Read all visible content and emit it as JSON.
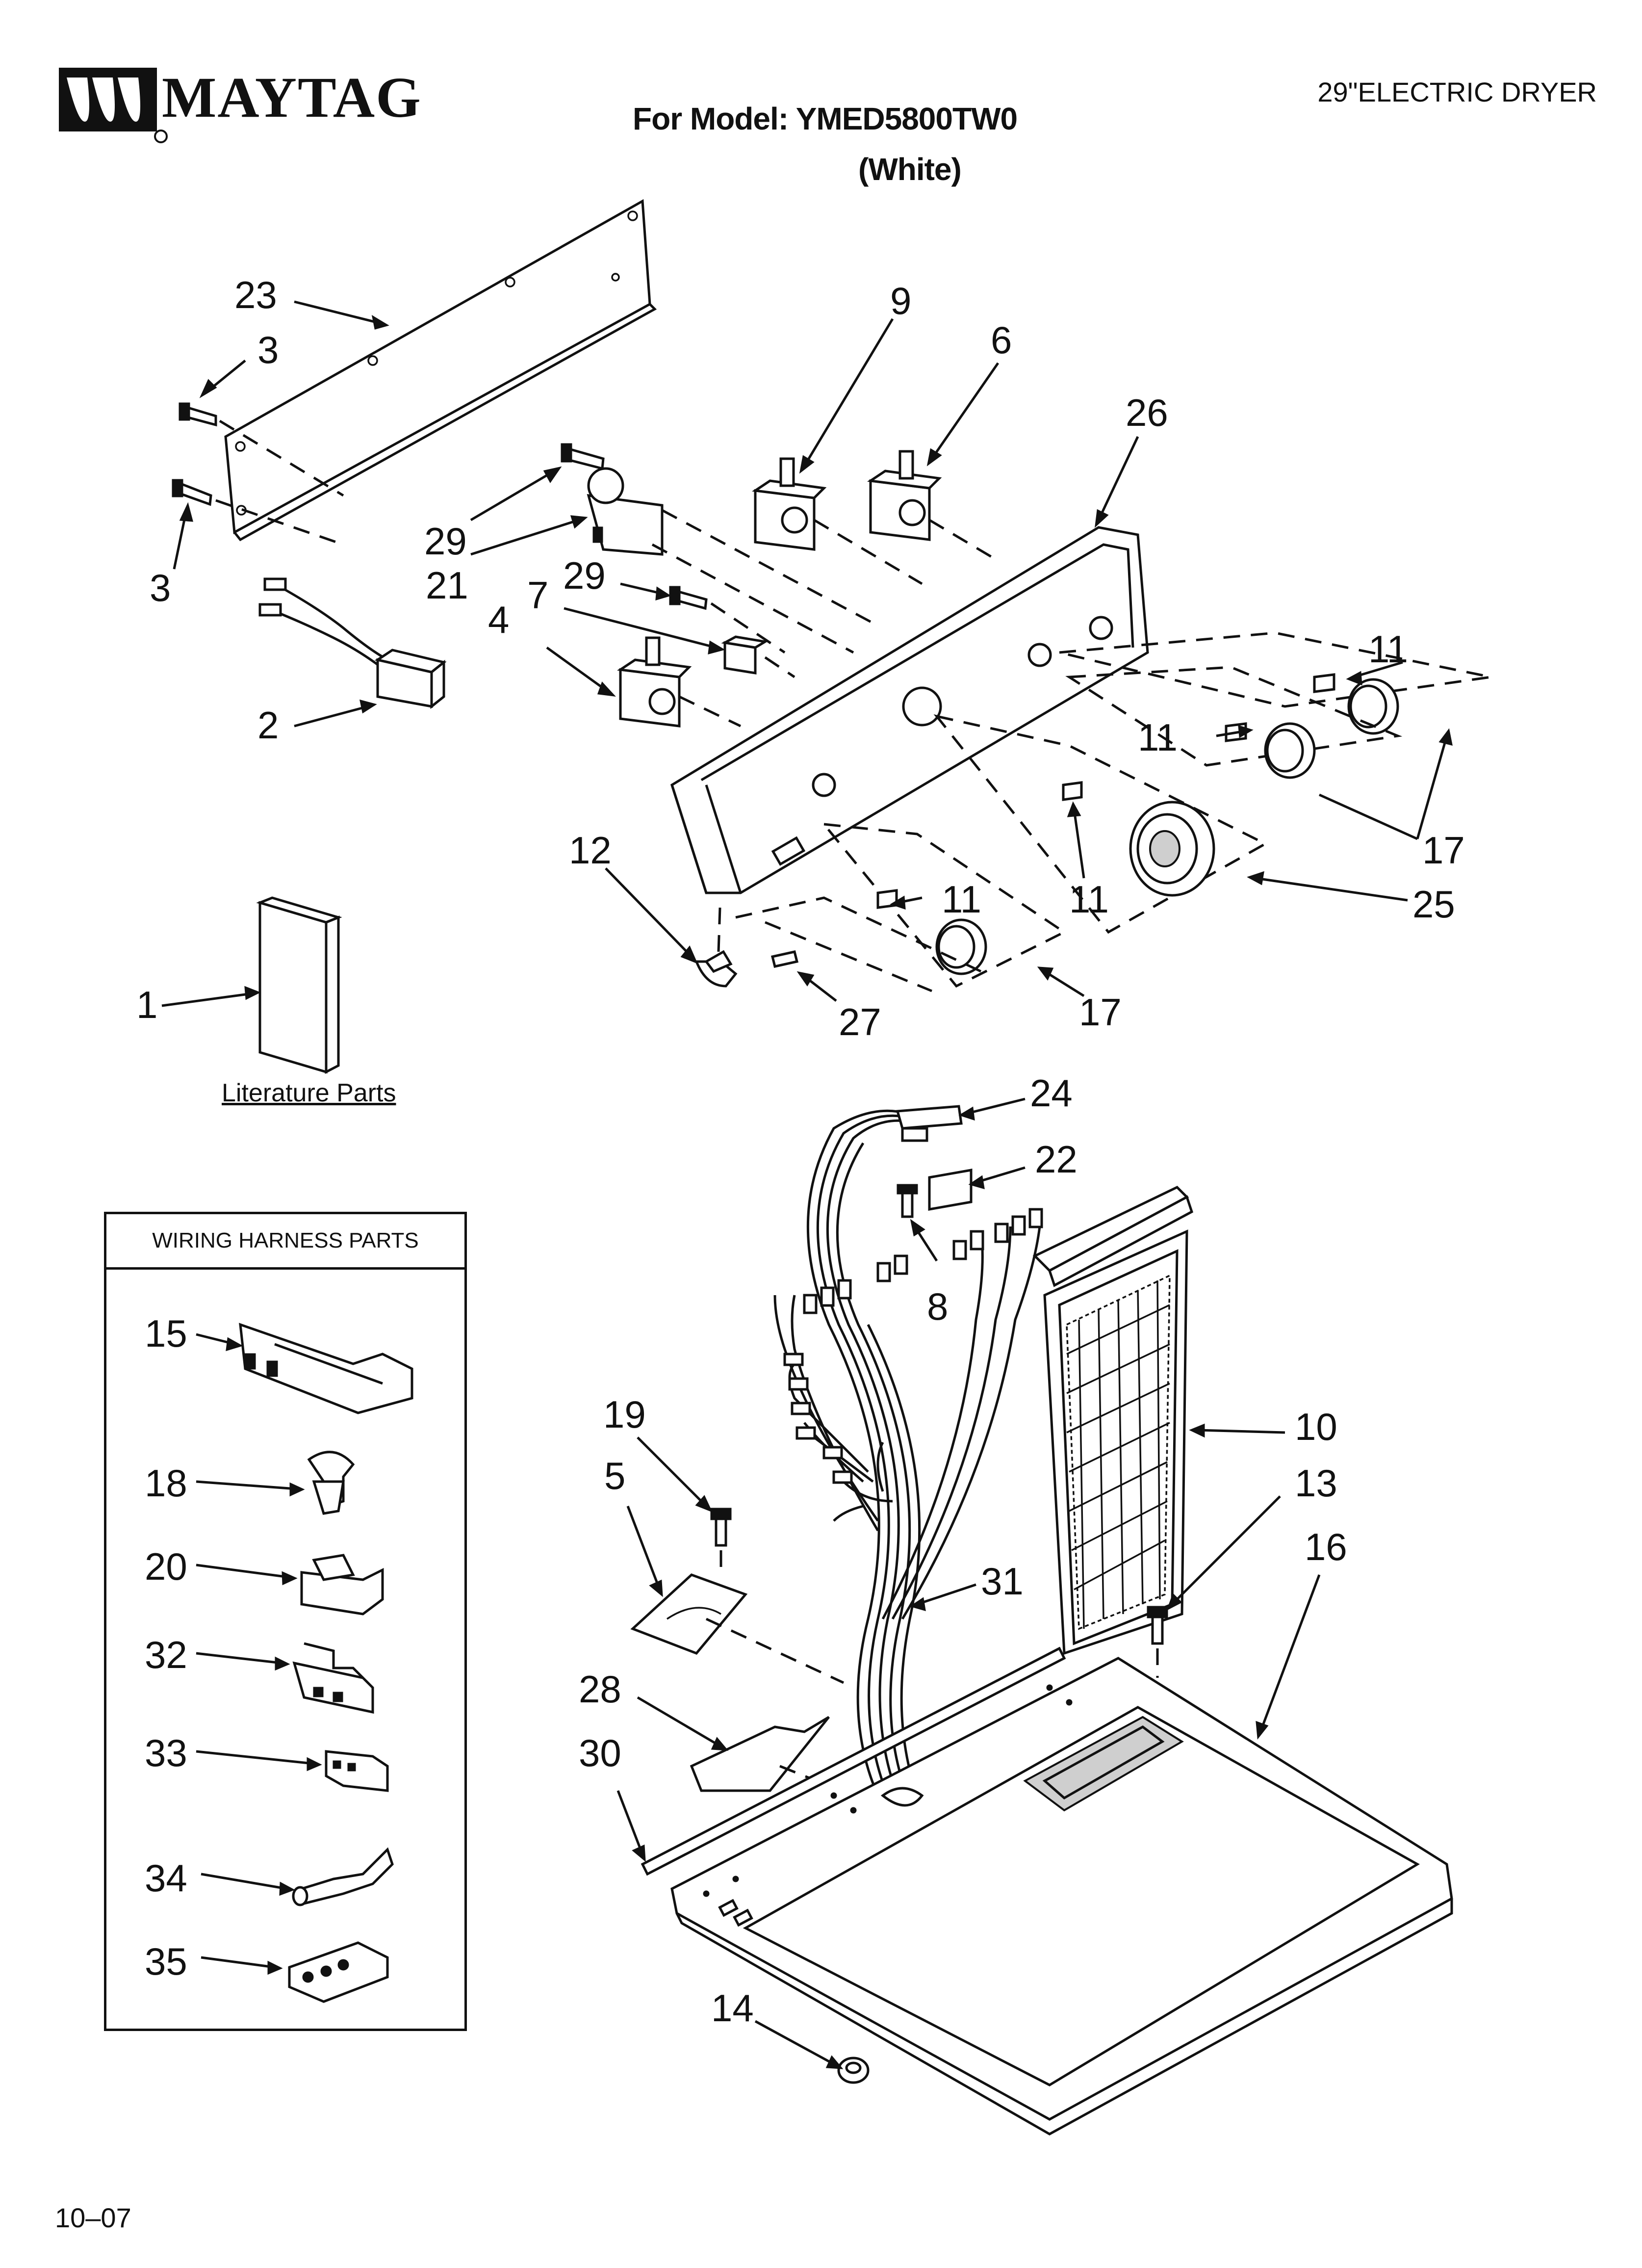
{
  "header": {
    "brand": "MAYTAG",
    "model": "For Model: YMED5800TW0",
    "color": "(White)",
    "product": "29\"ELECTRIC DRYER"
  },
  "footer": {
    "date": "10–07"
  },
  "literature_caption": "Literature Parts",
  "harness_box": {
    "title": "WIRING HARNESS PARTS"
  },
  "callouts": {
    "c1": "1",
    "c2": "2",
    "c3a": "3",
    "c3b": "3",
    "c4": "4",
    "c5": "5",
    "c6": "6",
    "c7": "7",
    "c8": "8",
    "c9": "9",
    "c10": "10",
    "c11a": "11",
    "c11b": "11",
    "c11c": "11",
    "c11d": "11",
    "c12": "12",
    "c13": "13",
    "c14": "14",
    "c15": "15",
    "c16": "16",
    "c17a": "17",
    "c17b": "17",
    "c18": "18",
    "c19": "19",
    "c20": "20",
    "c21": "21",
    "c22": "22",
    "c23": "23",
    "c24": "24",
    "c25": "25",
    "c26": "26",
    "c27": "27",
    "c28": "28",
    "c29a": "29",
    "c29b": "29",
    "c30": "30",
    "c31": "31",
    "c32": "32",
    "c33": "33",
    "c34": "34",
    "c35": "35"
  },
  "icons": [
    "maytag-logo-icon"
  ]
}
